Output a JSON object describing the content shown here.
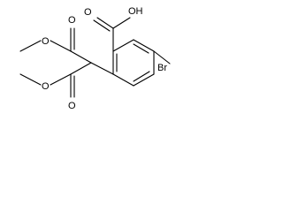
{
  "molecule": {
    "labels": {
      "carboxylic_oh": "OH",
      "carboxylic_o": "O",
      "bromine": "Br",
      "ester_top_carbonyl_o": "O",
      "ester_top_alkoxy_o": "O",
      "ester_bottom_alkoxy_o": "O",
      "ester_bottom_carbonyl_o": "O"
    },
    "colors": {
      "bond": "#000000",
      "text": "#000000",
      "background": "#ffffff"
    }
  }
}
